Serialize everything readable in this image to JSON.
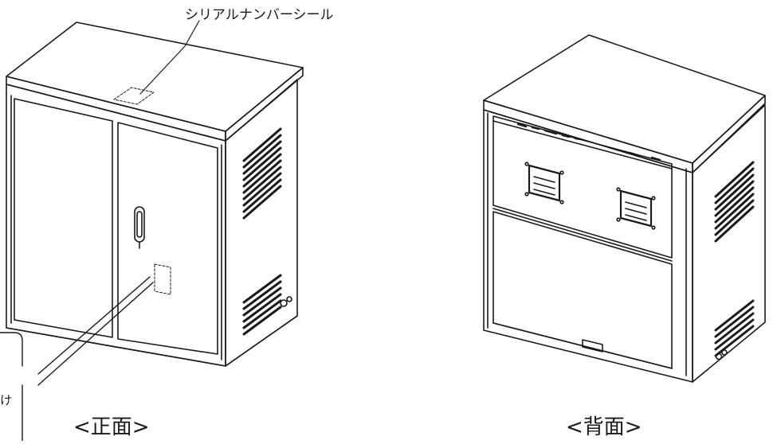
{
  "labels": {
    "serial_seal": "シリアルナンバーシール",
    "front_caption": "<正面>",
    "back_caption": "<背面>",
    "callout_fragment_top": "",
    "callout_fragment_bottom": "け"
  },
  "colors": {
    "line": "#1a1a1a",
    "background": "#ffffff"
  }
}
